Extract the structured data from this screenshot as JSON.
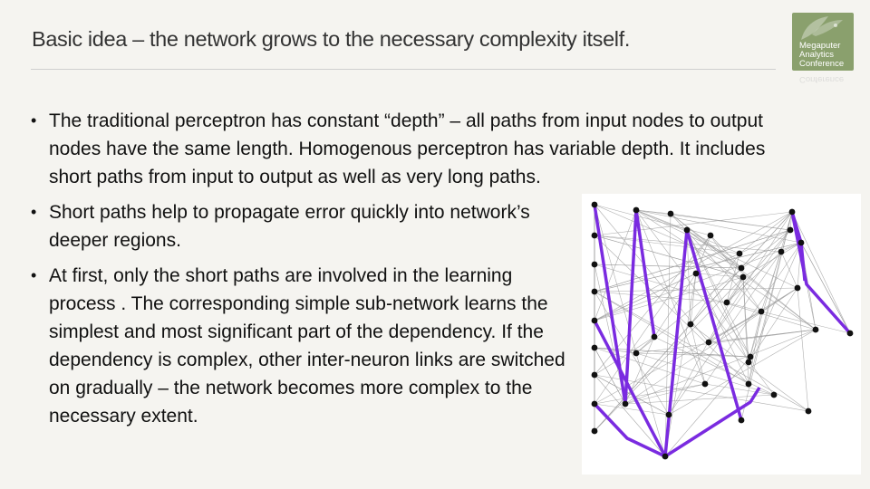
{
  "slide": {
    "title": "Basic idea – the network grows to the necessary complexity itself.",
    "logo": {
      "lines": [
        "Megaputer",
        "Analytics",
        "Conference"
      ],
      "mirror_text": "Conference",
      "icon": "leaf-bird-icon"
    },
    "bullets": [
      {
        "marker": "•",
        "text": "The traditional perceptron has constant “depth” – all paths from input nodes to output nodes have the same length. Homogenous perceptron has variable depth. It includes short paths from input to output as well as very long paths."
      },
      {
        "marker": "•",
        "text": "Short paths help to propagate error quickly into network’s deeper regions."
      },
      {
        "marker": "•",
        "text": "At first, only the short paths are involved in the learning process . The corresponding simple sub-network learns the simplest and most significant part of the dependency. If the dependency is complex, other inter-neuron links are switched on gradually – the network becomes more complex to the necessary extent."
      }
    ]
  },
  "colors": {
    "background": "#f5f4f0",
    "logo_bg": "#8aa06d",
    "highlight_path": "#7a2be0",
    "network_edges": "#9a9a9a",
    "nodes": "#111111"
  }
}
